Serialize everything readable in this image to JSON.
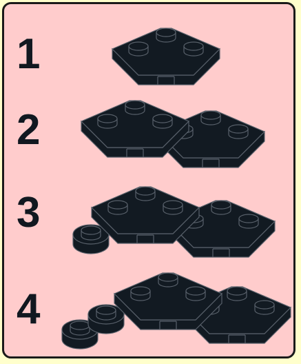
{
  "steps": [
    {
      "number": "1"
    },
    {
      "number": "2"
    },
    {
      "number": "3"
    },
    {
      "number": "4"
    }
  ],
  "colors": {
    "page_background": "#ffffcc",
    "panel_background": "#ffcccc",
    "panel_border": "#1a1a1a",
    "brick_fill": "#121a22",
    "brick_edge": "#59616b",
    "step_number": "#111820"
  },
  "icons": [
    "wedge-plate-icon",
    "round-plate-icon"
  ]
}
